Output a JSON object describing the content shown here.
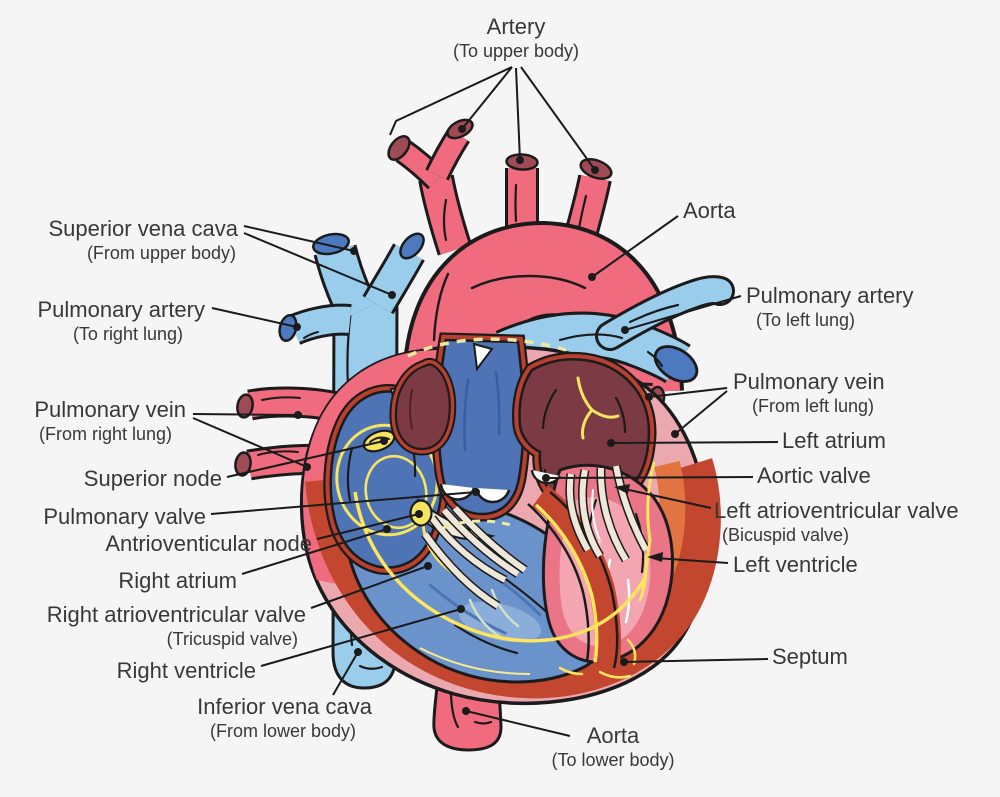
{
  "figure": {
    "kind": "anatomical-diagram",
    "subject": "Human heart with labeled structures"
  },
  "palette": {
    "background": "#f5f5f6",
    "outline": "#1b1b1b",
    "label_text": "#383838",
    "artery_red": "#EF6B7D",
    "artery_opening": "#9E4B55",
    "vein_blue": "#9ACCEB",
    "vein_opening": "#4D79C0",
    "right_atrium_blue": "#4E74B6",
    "right_ventricle_blue": "#6B93CB",
    "left_atrium_maroon": "#7C3B44",
    "left_ventricle_pink": "#E97586",
    "left_ventricle_inner": "#F3A6B1",
    "myocardium_dark": "#C2472E",
    "myocardium_orange": "#E17440",
    "epicardium_band": "#B8402F",
    "heart_rim_pink": "#ECA8AF",
    "conduction_yellow": "#F6E55F",
    "purkinje_yellow": "#FFE45E",
    "chordae_cream": "#EFE7D9",
    "dashed_path": "#EDE8A0"
  },
  "labels": {
    "artery_upper": {
      "text": "Artery",
      "sub": "(To upper body)"
    },
    "superior_vena_cava": {
      "text": "Superior vena cava",
      "sub": "(From upper body)"
    },
    "pulmonary_artery_right": {
      "text": "Pulmonary artery",
      "sub": "(To right lung)"
    },
    "pulmonary_vein_right": {
      "text": "Pulmonary vein",
      "sub": "(From right lung)"
    },
    "superior_node": {
      "text": "Superior node"
    },
    "pulmonary_valve": {
      "text": "Pulmonary valve"
    },
    "antrioventicular_node": {
      "text": "Antrioventicular node"
    },
    "right_atrium": {
      "text": "Right atrium"
    },
    "right_av_valve": {
      "text": "Right atrioventricular valve",
      "sub": "(Tricuspid valve)"
    },
    "right_ventricle": {
      "text": "Right ventricle"
    },
    "inferior_vena_cava": {
      "text": "Inferior vena cava",
      "sub": "(From lower body)"
    },
    "aorta": {
      "text": "Aorta"
    },
    "pulmonary_artery_left": {
      "text": "Pulmonary artery",
      "sub": "(To left lung)"
    },
    "pulmonary_vein_left": {
      "text": "Pulmonary vein",
      "sub": "(From left lung)"
    },
    "left_atrium": {
      "text": "Left atrium"
    },
    "aortic_valve": {
      "text": "Aortic valve"
    },
    "left_av_valve": {
      "text": "Left atrioventricular valve",
      "sub": "(Bicuspid valve)"
    },
    "left_ventricle": {
      "text": "Left ventricle"
    },
    "septum": {
      "text": "Septum"
    },
    "aorta_lower": {
      "text": "Aorta",
      "sub": "(To lower body)"
    }
  }
}
